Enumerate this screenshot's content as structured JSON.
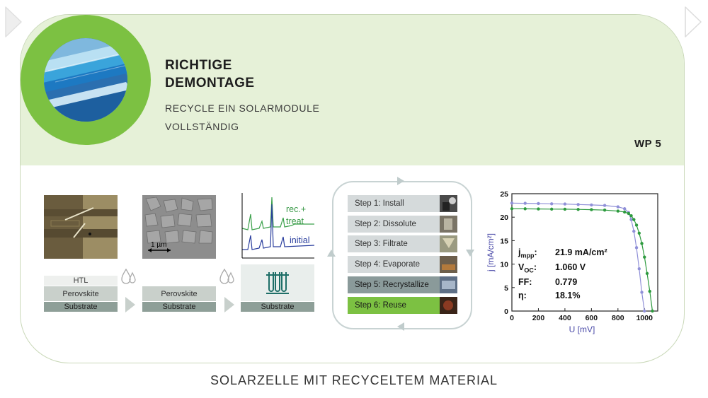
{
  "header": {
    "title_line1": "RICHTIGE",
    "title_line2": "DEMONTAGE",
    "subtitle_line1": "RECYCLE EIN SOLARMODULE",
    "subtitle_line2": "VOLLSTÄNDIG",
    "work_package": "WP 5"
  },
  "diagram": {
    "scale_bar": "1 µm",
    "xrd_labels": [
      "rec.+",
      "treat",
      "initial"
    ],
    "stack1": [
      "HTL",
      "Perovskite",
      "Substrate"
    ],
    "stack2": [
      "Perovskite",
      "Substrate"
    ],
    "stack3": [
      "Substrate"
    ]
  },
  "steps": [
    {
      "label": "Step 1: Install"
    },
    {
      "label": "Step 2: Dissolute"
    },
    {
      "label": "Step 3: Filtrate"
    },
    {
      "label": "Step 4: Evaporate"
    },
    {
      "label": "Step 5: Recrystallize"
    },
    {
      "label": "Step 6: Reuse"
    }
  ],
  "colors": {
    "accent_green": "#7cc142",
    "pale_green": "#e6f1d8",
    "step_gray": "#d5dadb",
    "step_dark": "#8a9a9a",
    "series_initial": "#9090d8",
    "series_recycled": "#2d9a3e"
  },
  "footer": {
    "text": "SOLARZELLE MIT RECYCELTEM MATERIAL"
  },
  "chart_data": {
    "type": "line",
    "xlabel": "U [mV]",
    "ylabel": "j [mA/cm²]",
    "xlim": [
      0,
      1100
    ],
    "ylim": [
      0,
      25
    ],
    "xticks": [
      0,
      200,
      400,
      600,
      800,
      1000
    ],
    "yticks": [
      0,
      5,
      10,
      15,
      20,
      25
    ],
    "annotations": [
      {
        "label": "j",
        "sub": "mpp",
        "suffix": ":",
        "value": "21.9 mA/cm²"
      },
      {
        "label": "V",
        "sub": "OC",
        "suffix": ":",
        "value": "1.060 V"
      },
      {
        "label": "FF",
        "sub": "",
        "suffix": ":",
        "value": "0.779"
      },
      {
        "label": "η",
        "sub": "",
        "suffix": ":",
        "value": "18.1%"
      }
    ],
    "series": [
      {
        "color": "#9090d8",
        "x": [
          0,
          100,
          200,
          300,
          400,
          500,
          600,
          700,
          800,
          850,
          880,
          900,
          920,
          940,
          960,
          980,
          1000
        ],
        "y": [
          23.0,
          22.95,
          22.9,
          22.85,
          22.8,
          22.7,
          22.6,
          22.5,
          22.2,
          21.8,
          21.0,
          19.5,
          17.0,
          13.5,
          9.0,
          4.0,
          0
        ]
      },
      {
        "color": "#2d9a3e",
        "x": [
          0,
          100,
          200,
          300,
          400,
          500,
          600,
          700,
          800,
          850,
          880,
          900,
          920,
          940,
          960,
          980,
          1000,
          1020,
          1040,
          1060
        ],
        "y": [
          21.8,
          21.78,
          21.75,
          21.72,
          21.7,
          21.65,
          21.6,
          21.5,
          21.3,
          21.1,
          20.8,
          20.3,
          19.5,
          18.3,
          16.6,
          14.4,
          11.5,
          8.0,
          4.2,
          0
        ]
      }
    ]
  }
}
